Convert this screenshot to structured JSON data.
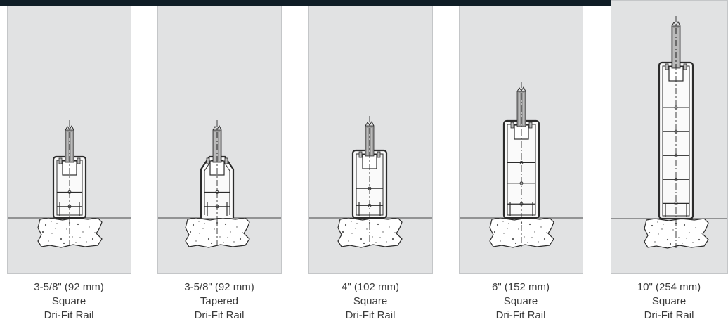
{
  "header": {
    "bar_color": "#0f1d26"
  },
  "colors": {
    "panel": "#e1e2e3",
    "line": "#2b2b2b",
    "caption": "#3a3a3a"
  },
  "rails": [
    {
      "size": "3-5/8\" (92 mm)",
      "profile": "Square",
      "name": "Dri-Fit Rail",
      "style": "square",
      "sections": 2
    },
    {
      "size": "3-5/8\" (92 mm)",
      "profile": "Tapered",
      "name": "Dri-Fit Rail",
      "style": "tapered",
      "sections": 2
    },
    {
      "size": "4\" (102 mm)",
      "profile": "Square",
      "name": "Dri-Fit Rail",
      "style": "square",
      "sections": 2
    },
    {
      "size": "6\" (152 mm)",
      "profile": "Square",
      "name": "Dri-Fit Rail",
      "style": "square",
      "sections": 3
    },
    {
      "size": "10\" (254 mm)",
      "profile": "Square",
      "name": "Dri-Fit Rail",
      "style": "square",
      "sections": 5
    }
  ]
}
